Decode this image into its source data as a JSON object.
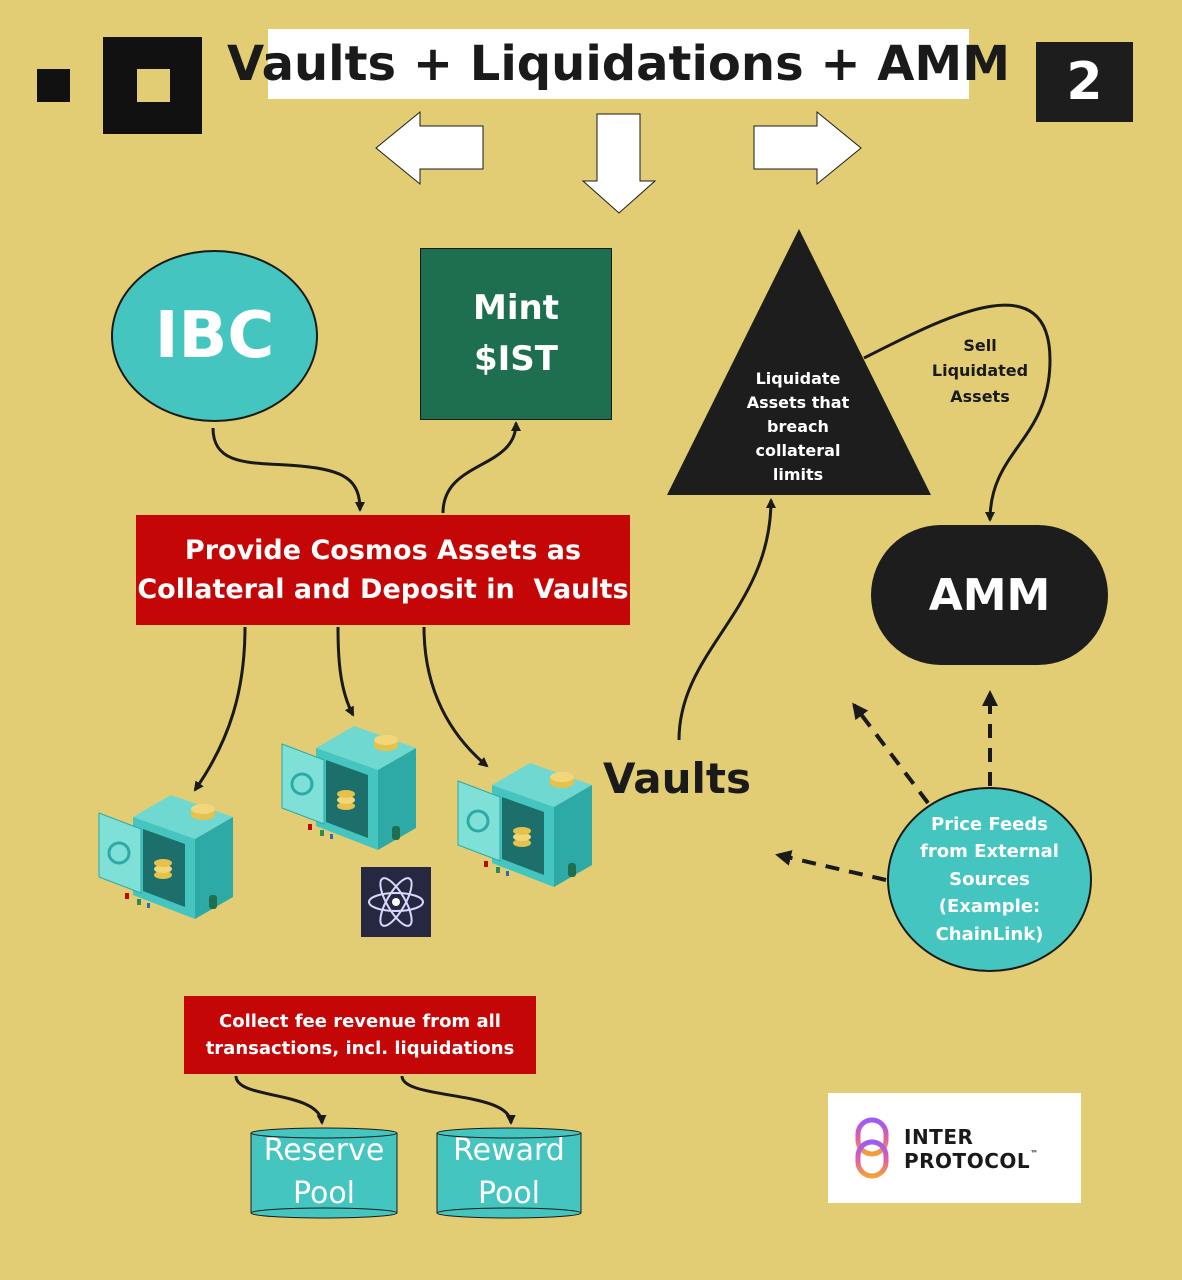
{
  "header": {
    "title": "Vaults + Liquidations + AMM",
    "page_number": "2"
  },
  "nodes": {
    "ibc": "IBC",
    "mint_line1": "Mint",
    "mint_line2": "$IST",
    "provide_line1": "Provide Cosmos Assets as",
    "provide_line2": "Collateral and Deposit in  Vaults",
    "liquidate_lines": [
      "Liquidate",
      "Assets that",
      "breach",
      "collateral",
      "limits"
    ],
    "sell_lines": [
      "Sell",
      "Liquidated",
      "Assets"
    ],
    "amm": "AMM",
    "vaults": "Vaults",
    "price_lines": [
      "Price Feeds",
      "from External",
      "Sources",
      "(Example:",
      "ChainLink)"
    ],
    "fee_line1": "Collect fee revenue from all",
    "fee_line2": "transactions, incl. liquidations",
    "reserve_lines": [
      "Reserve",
      "Pool"
    ],
    "reward_lines": [
      "Reward",
      "Pool"
    ]
  },
  "logo": {
    "line1": "INTER",
    "line2": "PROTOCOL",
    "tm": "™"
  },
  "colors": {
    "background": "#e2cd74",
    "teal": "#44c5c0",
    "green": "#1e6e50",
    "red": "#c50606",
    "black": "#1d1d1d",
    "white": "#ffffff"
  },
  "icons": [
    "brand-squares-icon",
    "vault-icon",
    "cosmos-atom-icon",
    "inter-protocol-logo-icon"
  ]
}
